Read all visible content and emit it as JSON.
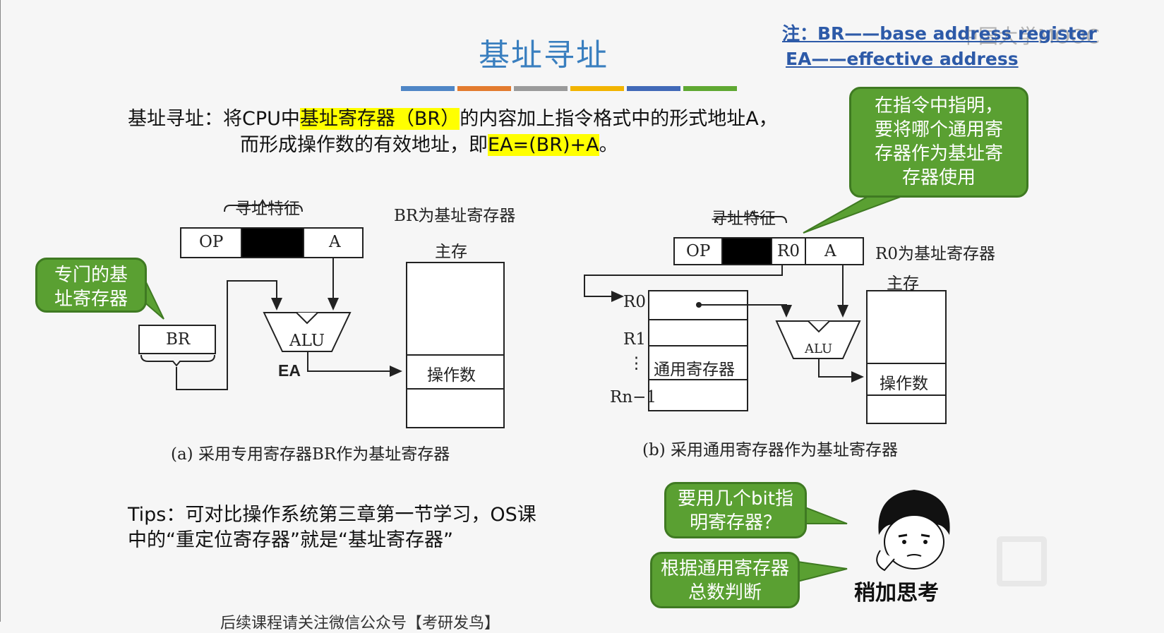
{
  "title": "基址寻址",
  "note": {
    "line1": "注：BR——base address register",
    "line2": "EA——effective address"
  },
  "watermark": "中国大学MOOC",
  "accent_bars": [
    "#4f86c6",
    "#e37b2f",
    "#9a9a9a",
    "#f2b400",
    "#4169b8",
    "#5fa832"
  ],
  "definition": {
    "part1": "基址寻址：将CPU中",
    "highlight1": "基址寄存器（BR）",
    "part2": "的内容加上指令格式中的形式地址A，",
    "part3": "而形成操作数的有效地址，即",
    "highlight2": "EA=(BR)+A",
    "part4": "。"
  },
  "diagram_a": {
    "addr_feature": "寻址特征",
    "op": "OP",
    "a": "A",
    "br_note": "BR为基址寄存器",
    "main_memory": "主存",
    "br": "BR",
    "alu": "ALU",
    "ea": "EA",
    "operand": "操作数",
    "caption": "(a) 采用专用寄存器BR作为基址寄存器"
  },
  "diagram_b": {
    "addr_feature": "寻址特征",
    "op": "OP",
    "r0_field": "R0",
    "a": "A",
    "r0_note": "R0为基址寄存器",
    "main_memory": "主存",
    "r0": "R0",
    "r1": "R1",
    "dots": "⋮",
    "rn1": "Rn−1",
    "gpr": "通用寄存器",
    "alu": "ALU",
    "operand": "操作数",
    "caption": "(b) 采用通用寄存器作为基址寄存器"
  },
  "bubbles": {
    "dedicated": "专门的基址寄存器",
    "specify": "在指令中指明，要将哪个通用寄存器作为基址寄存器使用",
    "question": "要用几个bit指明寄存器？",
    "answer": "根据通用寄存器总数判断"
  },
  "avatar_caption": "稍加思考",
  "tips": "Tips：可对比操作系统第三章第一节学习，OS课中的“重定位寄存器”就是“基址寄存器”",
  "cutoff_text": "后续课程请关注微信公众号【考研发鸟】"
}
